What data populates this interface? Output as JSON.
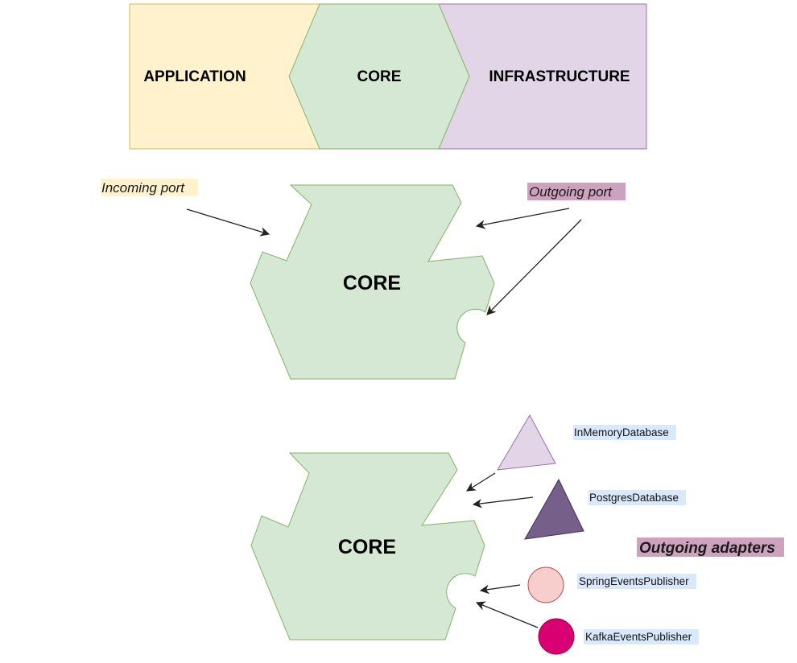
{
  "layers": {
    "application": "APPLICATION",
    "core": "CORE",
    "infrastructure": "INFRASTRUCTURE"
  },
  "ports_diagram": {
    "core": "CORE",
    "incoming_port": "Incoming port",
    "outgoing_port": "Outgoing port"
  },
  "adapters_diagram": {
    "core": "CORE",
    "title": "Outgoing adapters",
    "adapters": [
      {
        "label": "InMemoryDatabase",
        "shape": "triangle",
        "color": "#e1d5e7"
      },
      {
        "label": "PostgresDatabase",
        "shape": "triangle",
        "color": "#76608a"
      },
      {
        "label": "SpringEventsPublisher",
        "shape": "circle",
        "color": "#f8cecc"
      },
      {
        "label": "KafkaEventsPublisher",
        "shape": "circle",
        "color": "#d80073"
      }
    ]
  },
  "colors": {
    "application_fill": "#fff2cc",
    "core_fill": "#d5e8d4",
    "core_stroke": "#82b366",
    "infrastructure_fill": "#e1d5e7",
    "infrastructure_stroke": "#9673a6",
    "label_highlight_blue": "#dae8fc"
  }
}
